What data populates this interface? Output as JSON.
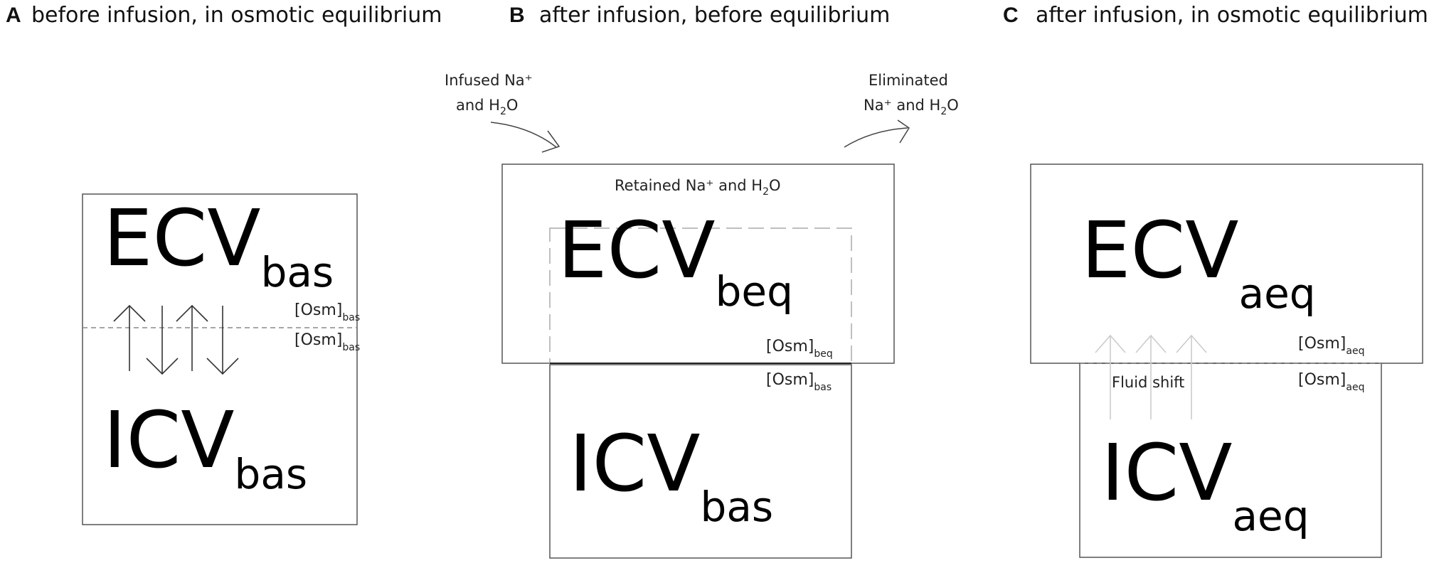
{
  "panels": {
    "a": {
      "letter": "A",
      "title": "before infusion, in osmotic equilibrium",
      "ecv_main": "ECV",
      "ecv_sub": "bas",
      "icv_main": "ICV",
      "icv_sub": "bas",
      "osm_upper_main": "[Osm]",
      "osm_upper_sub": "bas",
      "osm_lower_main": "[Osm]",
      "osm_lower_sub": "bas"
    },
    "b": {
      "letter": "B",
      "title": "after infusion, before equilibrium",
      "infused_line1": "Infused Na⁺",
      "infused_line2_pre": "and H",
      "infused_line2_sub": "2",
      "infused_line2_post": "O",
      "eliminated_line1": "Eliminated",
      "eliminated_line2_pre": "Na⁺ and H",
      "eliminated_line2_sub": "2",
      "eliminated_line2_post": "O",
      "retained_pre": "Retained Na⁺ and H",
      "retained_sub": "2",
      "retained_post": "O",
      "ecv_main": "ECV",
      "ecv_sub": "beq",
      "icv_main": "ICV",
      "icv_sub": "bas",
      "osm_upper_main": "[Osm]",
      "osm_upper_sub": "beq",
      "osm_lower_main": "[Osm]",
      "osm_lower_sub": "bas"
    },
    "c": {
      "letter": "C",
      "title": "after infusion, in osmotic equilibrium",
      "ecv_main": "ECV",
      "ecv_sub": "aeq",
      "icv_main": "ICV",
      "icv_sub": "aeq",
      "osm_upper_main": "[Osm]",
      "osm_upper_sub": "aeq",
      "osm_lower_main": "[Osm]",
      "osm_lower_sub": "aeq",
      "fluid_shift": "Fluid shift"
    }
  }
}
